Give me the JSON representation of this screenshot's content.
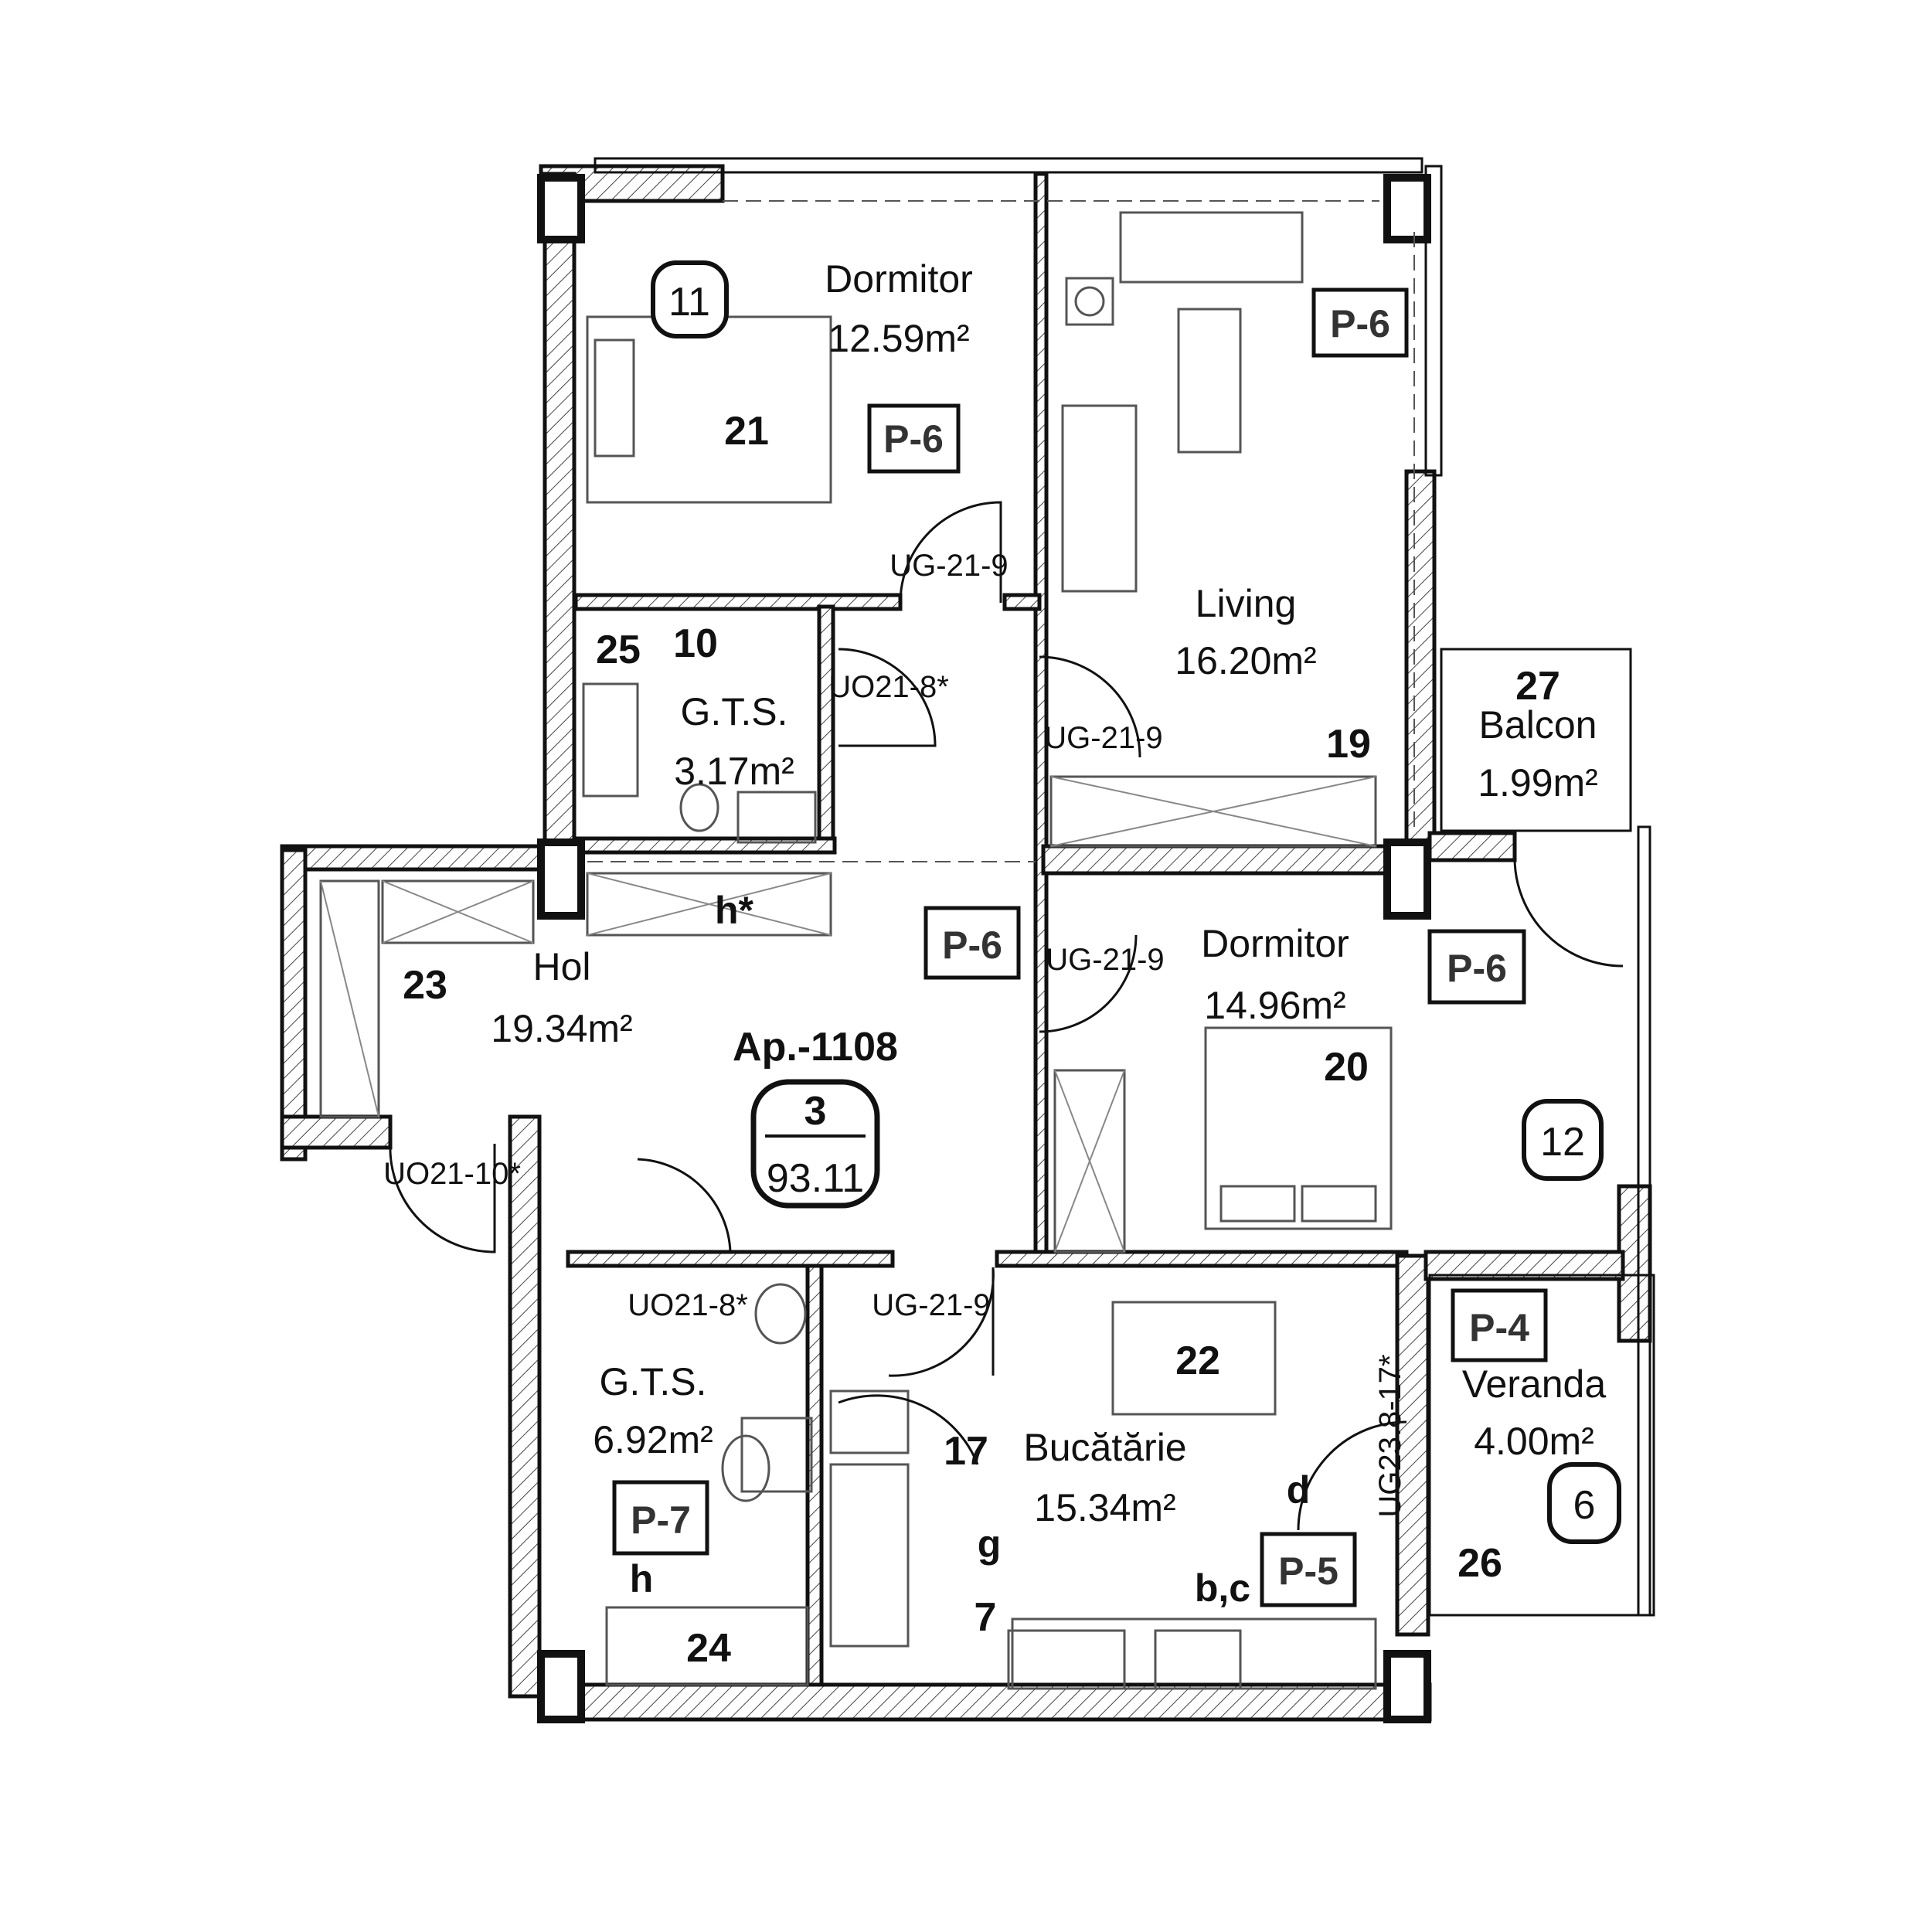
{
  "apartment": {
    "id": "Ap.-1108",
    "rooms_count": "3",
    "total_area": "93.11"
  },
  "rooms": {
    "bedroom1": {
      "name": "Dormitor",
      "area": "12.59m²",
      "num": "21",
      "circle": "11",
      "tag": "P-6"
    },
    "living": {
      "name": "Living",
      "area": "16.20m²",
      "num": "19",
      "tag": "P-6"
    },
    "bath1": {
      "name": "G.T.S.",
      "area": "3.17m²",
      "num": "10",
      "num2": "25"
    },
    "balcon": {
      "name": "Balcon",
      "area": "1.99m²",
      "num": "27"
    },
    "hol": {
      "name": "Hol",
      "area": "19.34m²",
      "num": "23",
      "tag": "P-6"
    },
    "bedroom2": {
      "name": "Dormitor",
      "area": "14.96m²",
      "num": "20",
      "tag": "P-6",
      "circle": "12"
    },
    "bath2": {
      "name": "G.T.S.",
      "area": "6.92m²",
      "num": "24",
      "tag": "P-7"
    },
    "kitchen": {
      "name": "Bucătărie",
      "area": "15.34m²",
      "num": "22",
      "tag": "P-5"
    },
    "veranda": {
      "name": "Veranda",
      "area": "4.00m²",
      "num": "26",
      "tag": "P-4",
      "circle": "6"
    }
  },
  "doors": {
    "d1": "UG-21-9",
    "d2": "UO21-8*",
    "d3": "UG-21-9",
    "d4": "UG-21-9",
    "d5": "UO21-10*",
    "d6": "UO21-8*",
    "d7": "UG-21-9",
    "d8": "UG23.8-17*"
  },
  "markers": {
    "h_star": "h*",
    "h": "h",
    "g": "g",
    "n17": "17",
    "n7": "7",
    "d": "d",
    "bc": "b,c"
  }
}
